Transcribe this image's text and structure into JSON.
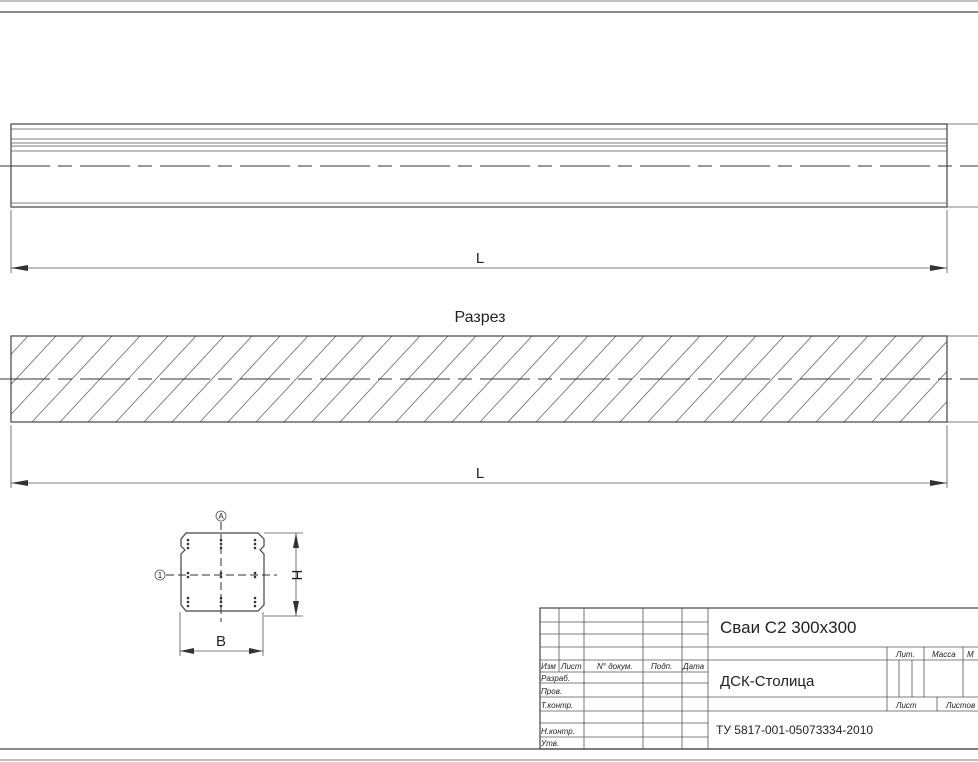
{
  "drawing": {
    "dimension_length": "L",
    "section_title": "Разрез",
    "cross_section": {
      "axis_letter": "А",
      "axis_number": "1",
      "height_label": "H",
      "width_label": "B"
    }
  },
  "title_block": {
    "name": "Сваи С2 300x300",
    "organization": "ДСК-Столица",
    "document_code": "ТУ 5817-001-05073334-2010",
    "headers": {
      "izm": "Изм",
      "list": "Лист",
      "doc_no": "N° докум.",
      "sign": "Подп.",
      "date": "Дата"
    },
    "roles": [
      "Разраб.",
      "Пров.",
      "Т.контр.",
      "Н.контр.",
      "Утв."
    ],
    "lit": "Лит.",
    "mass": "Масса",
    "scale": "М",
    "sheet": "Лист",
    "sheets": "Листов"
  }
}
